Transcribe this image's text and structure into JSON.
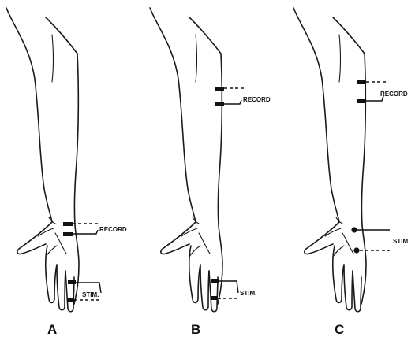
{
  "panels": [
    {
      "letter": "A",
      "record_label": "RECORD",
      "stim_label": "STIM."
    },
    {
      "letter": "B",
      "record_label": "RECORD",
      "stim_label": "STIM."
    },
    {
      "letter": "C",
      "record_label": "RECORD",
      "stim_label": "STIM."
    }
  ]
}
